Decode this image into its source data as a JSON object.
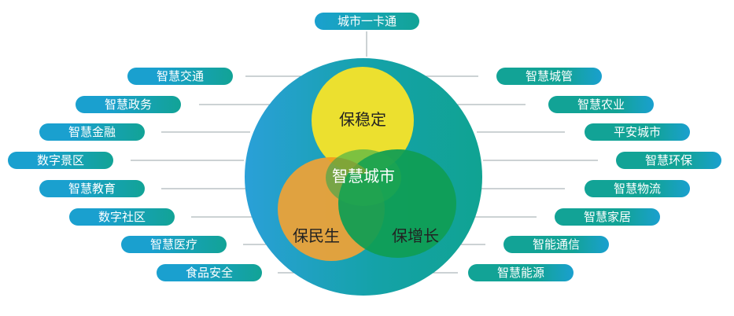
{
  "top_label": "城市一卡通",
  "center": {
    "stability": "保稳定",
    "livelihood": "保民生",
    "growth": "保增长",
    "core": "智慧城市"
  },
  "left_labels": [
    "智慧交通",
    "智慧政务",
    "智慧金融",
    "数字景区",
    "智慧教育",
    "数字社区",
    "智慧医疗",
    "食品安全"
  ],
  "right_labels": [
    "智慧城管",
    "智慧农业",
    "平安城市",
    "智慧环保",
    "智慧物流",
    "智慧家居",
    "智能通信",
    "智慧能源"
  ],
  "colors": {
    "circle_left": "#2aa0d8",
    "circle_right": "#10a392",
    "yellow": "#ece02f",
    "orange": "#e8a23a",
    "green": "#0f9d54",
    "pill_blue": "#1aa0cf",
    "pill_teal": "#12a396",
    "line": "#9aa6a8"
  }
}
